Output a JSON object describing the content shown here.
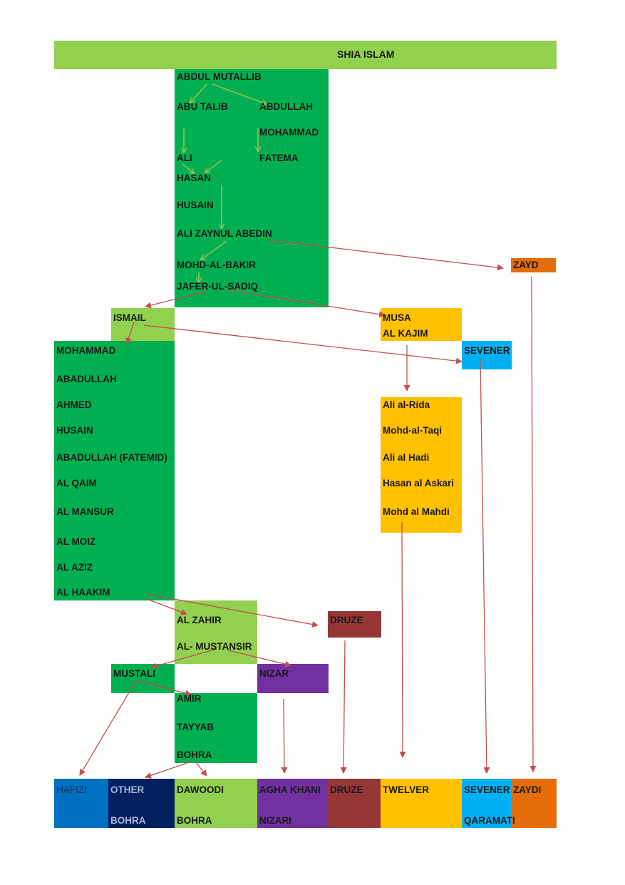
{
  "title": "SHIA ISLAM",
  "colors": {
    "light_green": "#92D050",
    "green": "#00B050",
    "orange": "#E46C0A",
    "gold": "#FFC000",
    "sky_blue": "#00B0F0",
    "maroon": "#953735",
    "purple": "#7030A0",
    "blue": "#0070C0",
    "navy": "#002060",
    "arrow_green": "#9BBB59",
    "arrow_red": "#C0504D"
  },
  "lineage": {
    "abdul_mutallib": "ABDUL MUTALLIB",
    "abu_talib": "ABU TALIB",
    "abdullah": "ABDULLAH",
    "mohammad": "MOHAMMAD",
    "ali": "ALI",
    "fatema": "FATEMA",
    "hasan": "HASAN",
    "husain": "HUSAIN",
    "ali_zaynul_abedin": "ALI ZAYNUL ABEDIN",
    "mohd_al_bakir": "MOHD-AL-BAKIR",
    "jafer_ul_sadiq": "JAFER-UL-SADIQ"
  },
  "zayd": "ZAYD",
  "ismail": "ISMAIL",
  "musa": [
    "MUSA",
    "AL KAJIM"
  ],
  "sevener": "SEVENER",
  "ismaili_line": [
    "MOHAMMAD",
    "ABADULLAH",
    "AHMED",
    "HUSAIN",
    "ABADULLAH (FATEMID)",
    "AL QAIM",
    "AL MANSUR",
    "AL MOIZ",
    "AL AZIZ",
    "AL HAAKIM"
  ],
  "twelver_line": [
    "Ali al-Rida",
    "Mohd-al-Taqi",
    "Ali al Hadi",
    "Hasan al Askari",
    "Mohd al Mahdi"
  ],
  "al_zahir": "AL ZAHIR",
  "al_mustansir": "AL- MUSTANSIR",
  "druze": "DRUZE",
  "mustali": "MUSTALI",
  "nizar": "NIZAR",
  "mustali_line": [
    "AMIR",
    "TAYYAB",
    "BOHRA"
  ],
  "bottom": {
    "hafizi": "HAFIZI",
    "other": "OTHER",
    "other_bohra": "BOHRA",
    "dawoodi": "DAWOODI",
    "dawoodi_bohra": "BOHRA",
    "agha_khani": "AGHA KHANI",
    "nizari": "NIZARI",
    "druze": "DRUZE",
    "twelver": "TWELVER",
    "sevener": "SEVENER",
    "qaramati": "QARAMATI",
    "zaydi": "ZAYDI"
  }
}
